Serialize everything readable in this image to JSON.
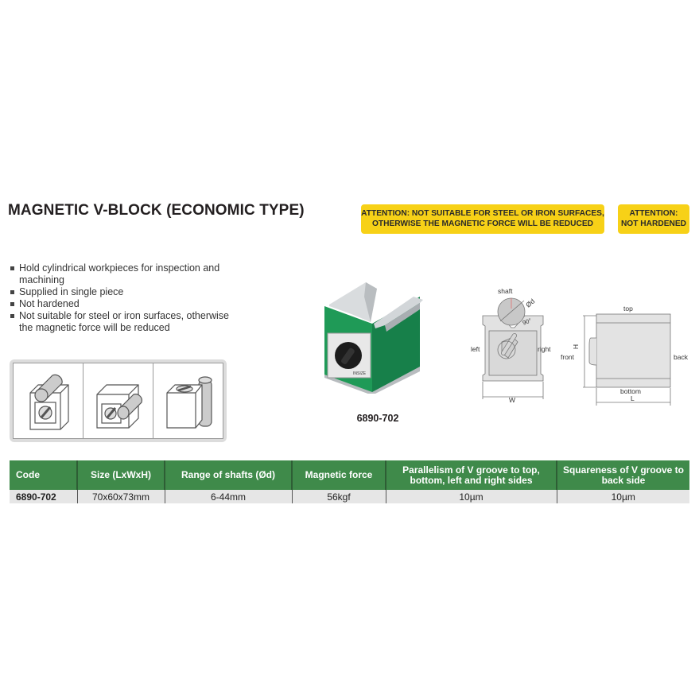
{
  "header": {
    "title": "MAGNETIC V-BLOCK (ECONOMIC TYPE)"
  },
  "attention": {
    "surfaces": {
      "line1": "ATTENTION: NOT SUITABLE FOR STEEL OR IRON SURFACES,",
      "line2": "OTHERWISE THE MAGNETIC FORCE WILL BE REDUCED"
    },
    "hardened": {
      "line1": "ATTENTION:",
      "line2": "NOT HARDENED"
    },
    "color": "#f7d117"
  },
  "features": [
    "Hold cylindrical workpieces for inspection and machining",
    "Supplied in single piece",
    "Not hardened",
    "Not suitable for steel or iron surfaces, otherwise the magnetic force will be reduced"
  ],
  "usage_icons": [
    {
      "icon": "shaft-on-top-vblock-icon"
    },
    {
      "icon": "shaft-on-side-vblock-icon"
    },
    {
      "icon": "shaft-on-back-vblock-icon"
    }
  ],
  "product": {
    "code": "6890-702",
    "colors": {
      "body": "#1f9a57",
      "steel": "#cfd3d6"
    }
  },
  "front_diagram": {
    "shaft": "shaft",
    "diameter": "Ød",
    "angle": "90°",
    "left": "left",
    "right": "right",
    "width": "W"
  },
  "side_diagram": {
    "top": "top",
    "bottom": "bottom",
    "front": "front",
    "back": "back",
    "height": "H",
    "length": "L"
  },
  "spec_table": {
    "header_color": "#3f8a4a",
    "columns": [
      "Code",
      "Size (LxWxH)",
      "Range of shafts (Ød)",
      "Magnetic force",
      "Parallelism of V groove to top, bottom, left and right sides",
      "Squareness of V groove to back side"
    ],
    "rows": [
      [
        "6890-702",
        "70x60x73mm",
        "6-44mm",
        "56kgf",
        "10µm",
        "10µm"
      ]
    ]
  }
}
